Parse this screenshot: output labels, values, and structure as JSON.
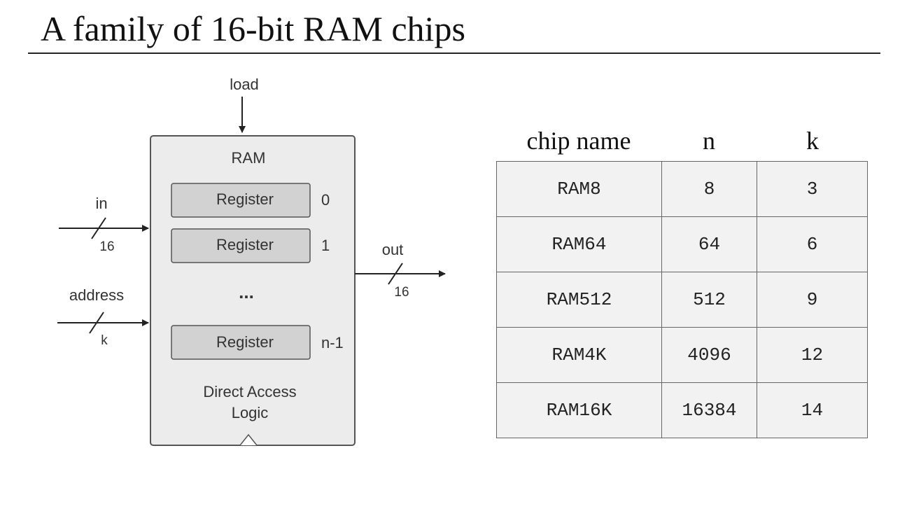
{
  "slide": {
    "title": "A family of 16-bit RAM chips"
  },
  "diagram": {
    "chip_label": "RAM",
    "register_label": "Register",
    "register_indices": [
      "0",
      "1",
      "n-1"
    ],
    "ellipsis": "...",
    "logic_label_line1": "Direct Access",
    "logic_label_line2": "Logic",
    "inputs": {
      "load": "load",
      "in": "in",
      "in_width": "16",
      "address": "address",
      "address_width": "k"
    },
    "outputs": {
      "out": "out",
      "out_width": "16"
    }
  },
  "table": {
    "headers": [
      "chip name",
      "n",
      "k"
    ],
    "rows": [
      [
        "RAM8",
        "8",
        "3"
      ],
      [
        "RAM64",
        "64",
        "6"
      ],
      [
        "RAM512",
        "512",
        "9"
      ],
      [
        "RAM4K",
        "4096",
        "12"
      ],
      [
        "RAM16K",
        "16384",
        "14"
      ]
    ]
  }
}
